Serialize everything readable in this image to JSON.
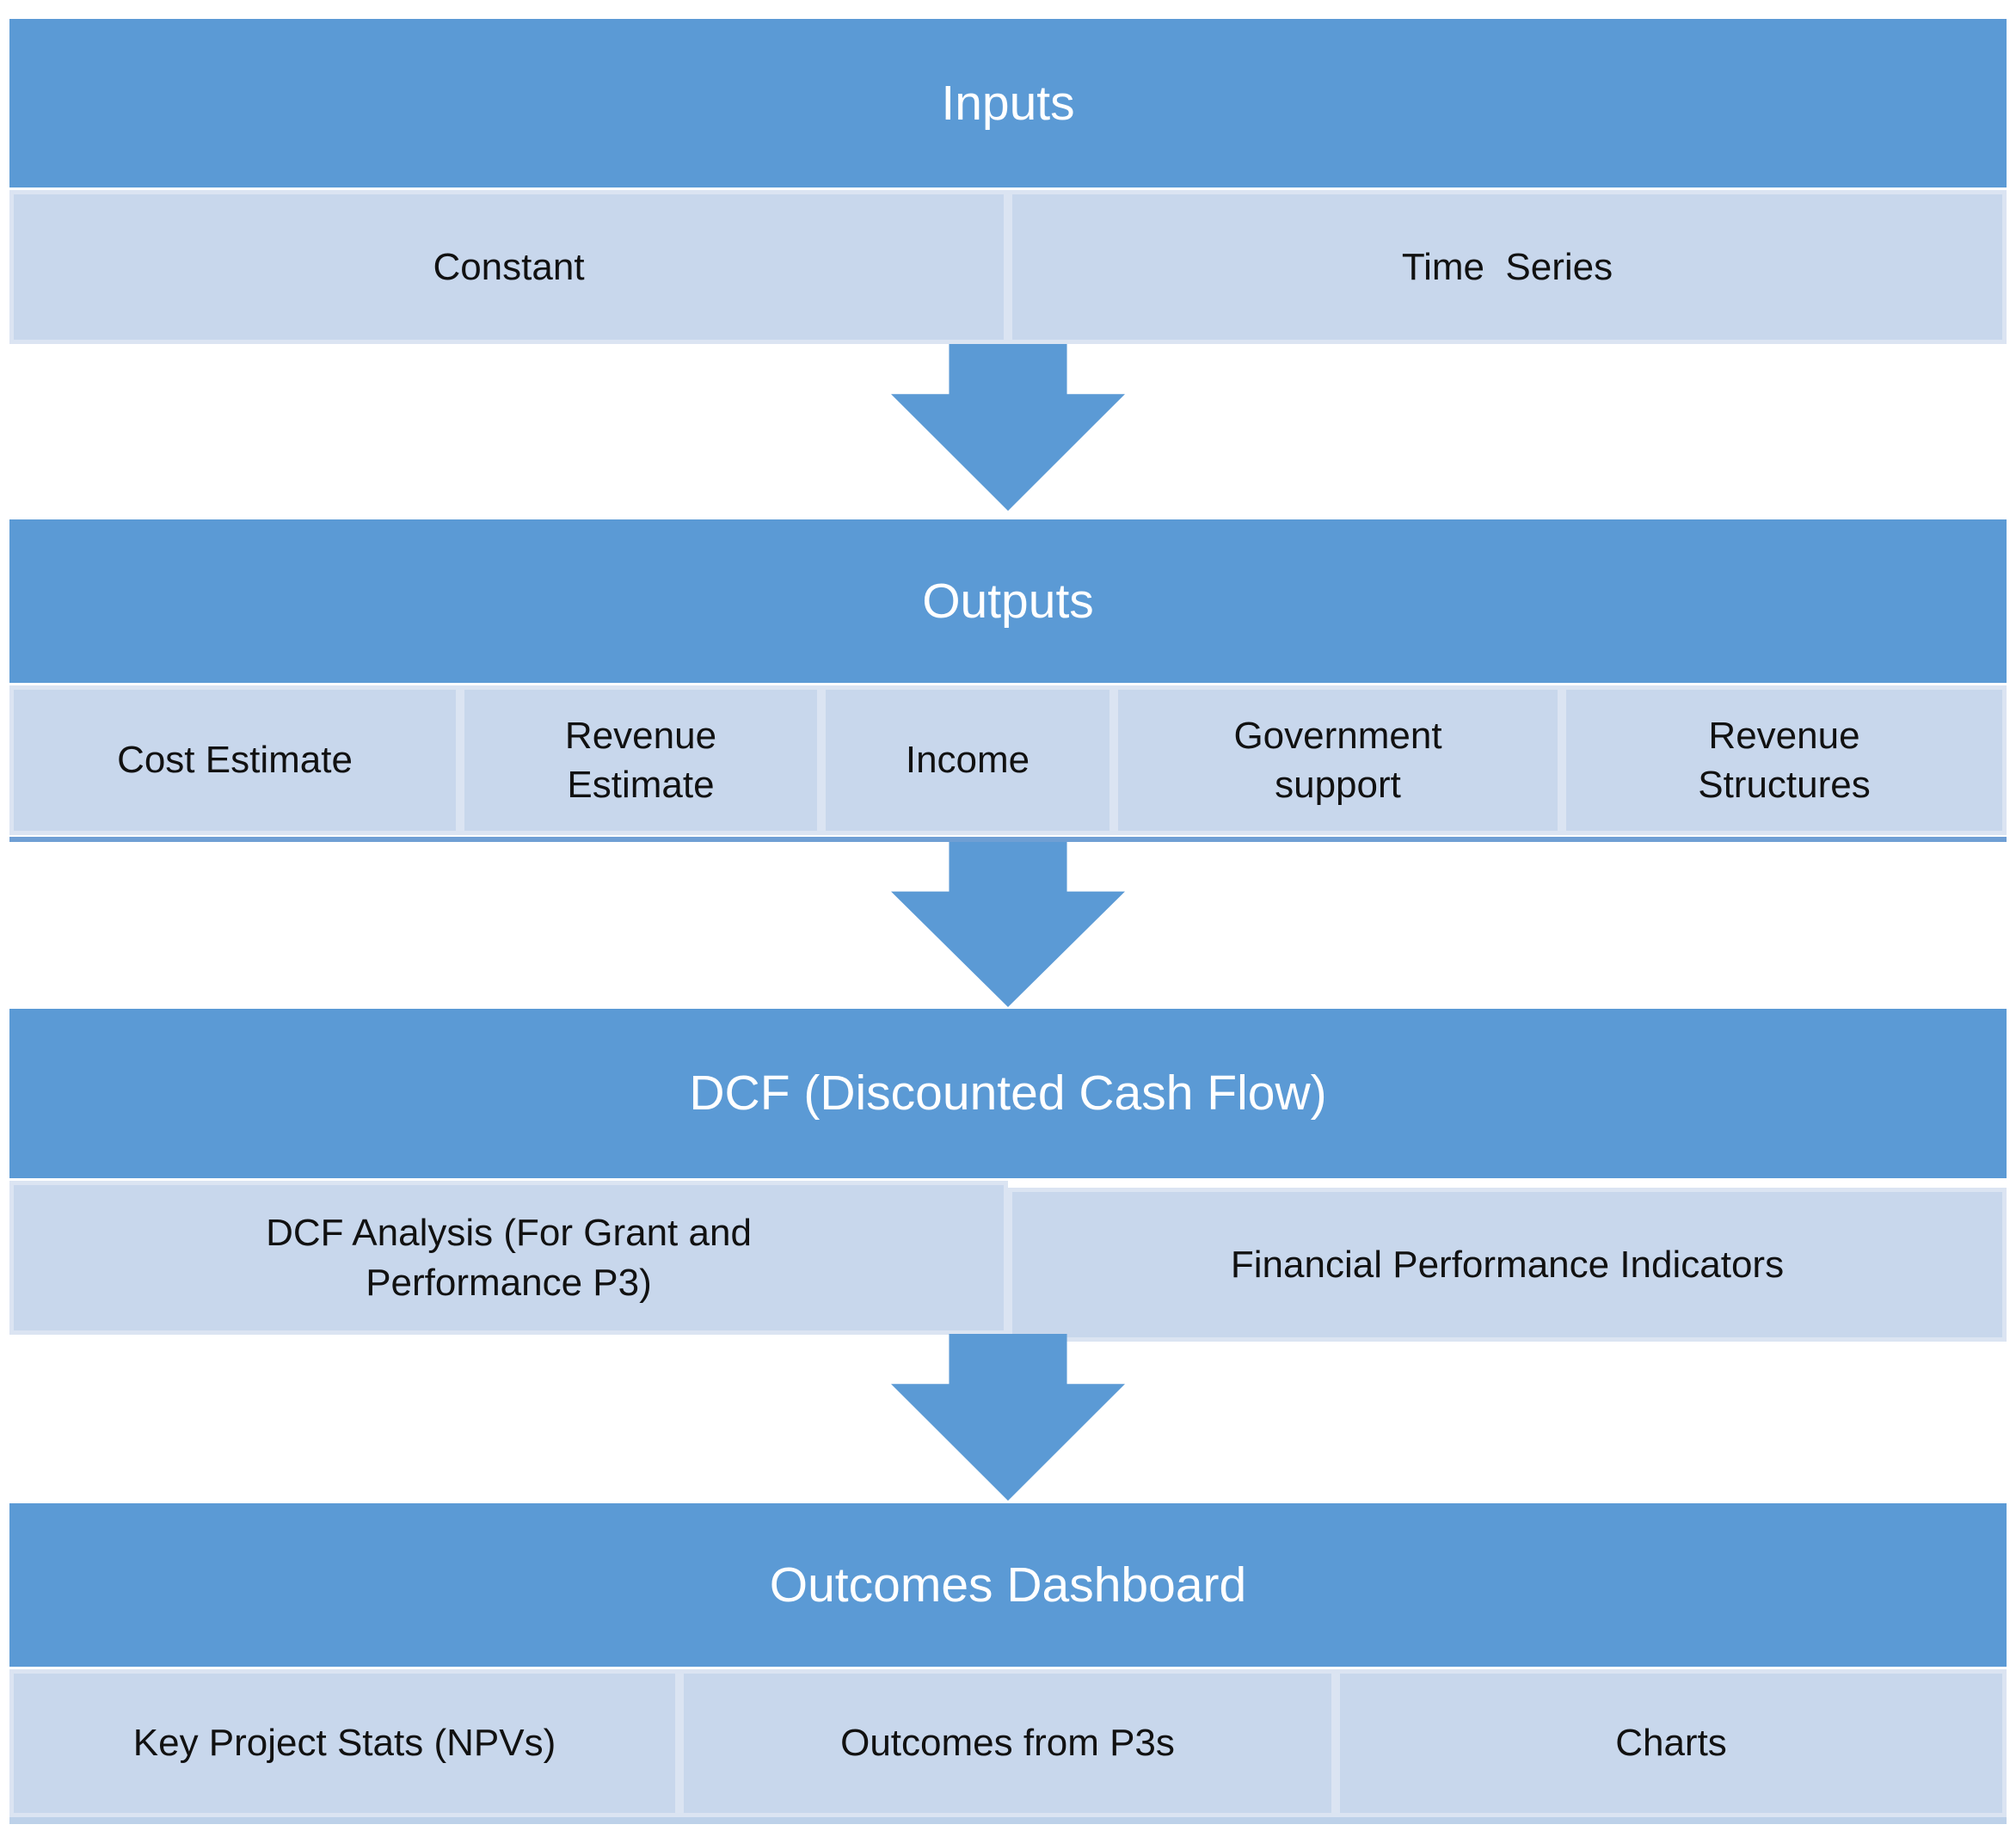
{
  "diagram": {
    "sections": [
      {
        "title": "Inputs",
        "cells": [
          {
            "label": "Constant"
          },
          {
            "label": "Time  Series"
          }
        ]
      },
      {
        "title": "Outputs",
        "cells": [
          {
            "label": "Cost Estimate"
          },
          {
            "label": "Revenue Estimate"
          },
          {
            "label": "Income"
          },
          {
            "label": "Government support"
          },
          {
            "label": "Revenue Structures"
          }
        ]
      },
      {
        "title": "DCF (Discounted Cash Flow)",
        "cells": [
          {
            "label": "DCF Analysis (For Grant and Performance P3)"
          },
          {
            "label": "Financial Performance Indicators"
          }
        ]
      },
      {
        "title": "Outcomes Dashboard",
        "cells": [
          {
            "label": "Key Project Stats (NPVs)"
          },
          {
            "label": "Outcomes from P3s"
          },
          {
            "label": "Charts"
          }
        ]
      }
    ]
  },
  "colors": {
    "header-blue": "#5b9ad5",
    "header-text": "#ffffff",
    "cell-fill": "#c8d7ec",
    "cell-edge": "#dbe4f2",
    "cell-text": "#111111",
    "divider-blue": "#6f9fd4",
    "divider-light": "#bdd1e9"
  }
}
